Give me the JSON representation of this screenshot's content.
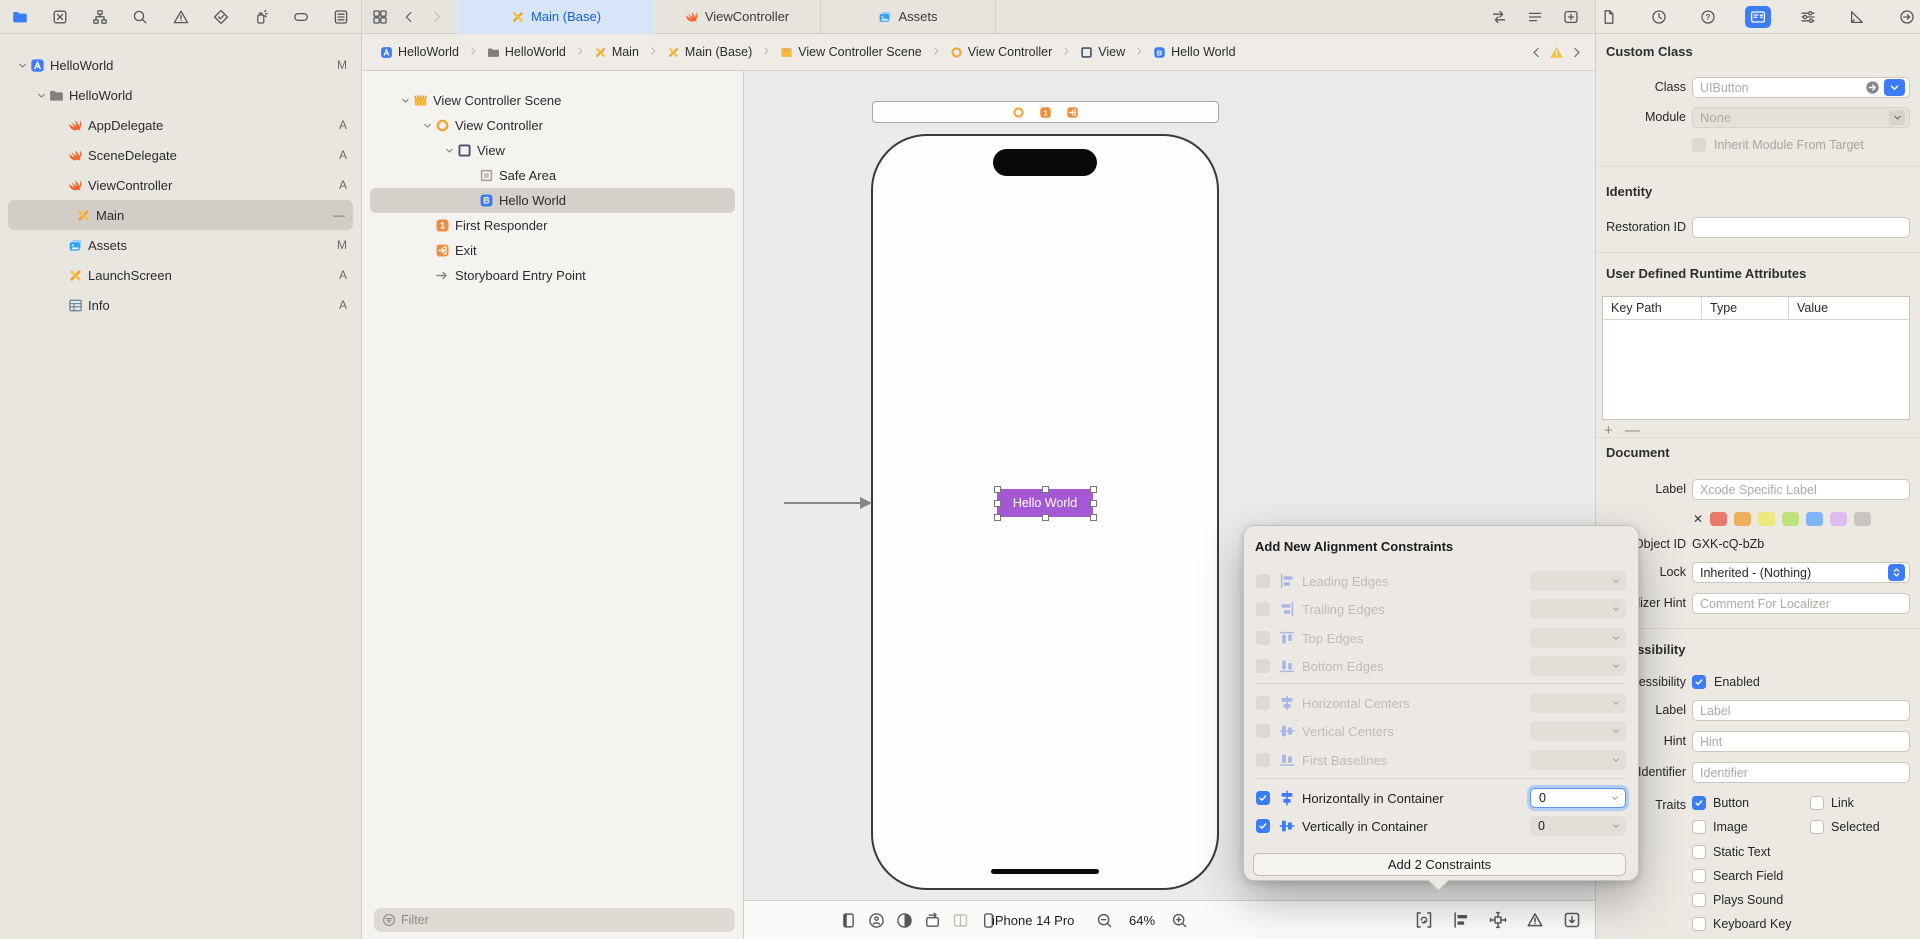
{
  "navigator": {
    "toolbar_icons": [
      {
        "name": "project-navigator",
        "icon": "folder_blue"
      },
      {
        "name": "source-control-navigator",
        "icon": "boxx"
      },
      {
        "name": "symbol-navigator",
        "icon": "tree"
      },
      {
        "name": "find-navigator",
        "icon": "search"
      },
      {
        "name": "issue-navigator",
        "icon": "warn_o"
      },
      {
        "name": "test-navigator",
        "icon": "diamond"
      },
      {
        "name": "debug-navigator",
        "icon": "spray"
      },
      {
        "name": "breakpoint-navigator",
        "icon": "tag"
      },
      {
        "name": "report-navigator",
        "icon": "listbox"
      }
    ],
    "items": [
      {
        "label": "HelloWorld",
        "icon": "app_proj",
        "status": "M",
        "level": 0,
        "chevron": true
      },
      {
        "label": "HelloWorld",
        "icon": "folder_g",
        "status": "",
        "level": 1,
        "chevron": true
      },
      {
        "label": "AppDelegate",
        "icon": "swift",
        "status": "A",
        "level": 2
      },
      {
        "label": "SceneDelegate",
        "icon": "swift",
        "status": "A",
        "level": 2
      },
      {
        "label": "ViewController",
        "icon": "swift",
        "status": "A",
        "level": 2
      },
      {
        "label": "Main",
        "icon": "storyboard",
        "status": "—",
        "level": 2,
        "selected": true
      },
      {
        "label": "Assets",
        "icon": "assets",
        "status": "M",
        "level": 2
      },
      {
        "label": "LaunchScreen",
        "icon": "storyboard",
        "status": "A",
        "level": 2
      },
      {
        "label": "Info",
        "icon": "plist",
        "status": "A",
        "level": 2
      }
    ]
  },
  "tabs": [
    {
      "label": "Main (Base)",
      "icon": "storyboard",
      "selected": true
    },
    {
      "label": "ViewController",
      "icon": "swift",
      "selected": false
    },
    {
      "label": "Assets",
      "icon": "assets",
      "selected": false
    }
  ],
  "editor_bar": {
    "right_icons": [
      {
        "name": "adjust-editor",
        "icon": "swap"
      },
      {
        "name": "editor-options",
        "icon": "linesbtn"
      },
      {
        "name": "add-editor",
        "icon": "addbox"
      }
    ]
  },
  "breadcrumb": {
    "items": [
      {
        "label": "HelloWorld",
        "icon": "app_proj"
      },
      {
        "label": "HelloWorld",
        "icon": "folder_g"
      },
      {
        "label": "Main",
        "icon": "storyboard"
      },
      {
        "label": "Main (Base)",
        "icon": "storyboard"
      },
      {
        "label": "View Controller Scene",
        "icon": "scene"
      },
      {
        "label": "View Controller",
        "icon": "ring"
      },
      {
        "label": "View",
        "icon": "viewsq"
      },
      {
        "label": "Hello World",
        "icon": "bbadge"
      }
    ]
  },
  "outline": {
    "items": [
      {
        "label": "View Controller Scene",
        "icon": "scene",
        "level": 0,
        "chevron": true
      },
      {
        "label": "View Controller",
        "icon": "ring",
        "level": 1,
        "chevron": true
      },
      {
        "label": "View",
        "icon": "viewsq",
        "level": 2,
        "chevron": true
      },
      {
        "label": "Safe Area",
        "icon": "safearea",
        "level": 3
      },
      {
        "label": "Hello World",
        "icon": "bbadge",
        "level": 3,
        "selected": true
      },
      {
        "label": "First Responder",
        "icon": "resp1",
        "level": 1
      },
      {
        "label": "Exit",
        "icon": "exiticon",
        "level": 1
      },
      {
        "label": "Storyboard Entry Point",
        "icon": "entry",
        "level": 1
      }
    ],
    "filter_placeholder": "Filter"
  },
  "canvas": {
    "button_label": "Hello World",
    "dock_icons": [
      {
        "name": "view-controller-dock",
        "icon": "ring"
      },
      {
        "name": "first-responder-dock",
        "icon": "resp1"
      },
      {
        "name": "exit-dock",
        "icon": "exiticon"
      }
    ]
  },
  "footer": {
    "device_name": "iPhone 14 Pro",
    "zoom_level": "64%",
    "device_icons": [
      {
        "name": "device-bezel-toggle",
        "icon": "bezel",
        "disabled": false
      },
      {
        "name": "accessibility-preview",
        "icon": "person",
        "disabled": false
      },
      {
        "name": "appearance-toggle",
        "icon": "contrast",
        "disabled": false
      },
      {
        "name": "orientation-toggle",
        "icon": "rotate",
        "disabled": false
      },
      {
        "name": "split-view",
        "icon": "cols2",
        "disabled": true
      },
      {
        "name": "device-chooser",
        "icon": "phone_ic",
        "disabled": false
      }
    ],
    "constraint_icons": [
      {
        "name": "update-frames",
        "icon": "updfr"
      },
      {
        "name": "align-menu",
        "icon": "alignic"
      },
      {
        "name": "add-constraints-menu",
        "icon": "pinic"
      },
      {
        "name": "resolve-autolayout-issues",
        "icon": "resolveic"
      },
      {
        "name": "embed-in",
        "icon": "embedic"
      }
    ]
  },
  "popup": {
    "title": "Add New Alignment Constraints",
    "rows": [
      {
        "label": "Leading Edges",
        "icon": "al_lead",
        "checked": false,
        "value": "",
        "focused": false
      },
      {
        "label": "Trailing Edges",
        "icon": "al_trail",
        "checked": false,
        "value": "",
        "focused": false
      },
      {
        "label": "Top Edges",
        "icon": "al_top",
        "checked": false,
        "value": "",
        "focused": false
      },
      {
        "label": "Bottom Edges",
        "icon": "al_bottom",
        "checked": false,
        "value": "",
        "focused": false
      },
      {
        "label": "Horizontal Centers",
        "icon": "al_hc",
        "checked": false,
        "value": "",
        "focused": false
      },
      {
        "label": "Vertical Centers",
        "icon": "al_vc",
        "checked": false,
        "value": "",
        "focused": false
      },
      {
        "label": "First Baselines",
        "icon": "al_base",
        "checked": false,
        "value": "",
        "focused": false
      },
      {
        "label": "Horizontally in Container",
        "icon": "al_hc",
        "checked": true,
        "value": "0",
        "focused": true
      },
      {
        "label": "Vertically in Container",
        "icon": "al_vc",
        "checked": true,
        "value": "0",
        "focused": false
      }
    ],
    "add_button_label": "Add 2 Constraints"
  },
  "inspector": {
    "tabs": [
      {
        "name": "file-inspector",
        "icon": "page",
        "selected": false
      },
      {
        "name": "history-inspector",
        "icon": "clock",
        "selected": false
      },
      {
        "name": "quick-help-inspector",
        "icon": "help",
        "selected": false
      },
      {
        "name": "identity-inspector",
        "icon": "idcard",
        "selected": true
      },
      {
        "name": "attributes-inspector",
        "icon": "sliders",
        "selected": false
      },
      {
        "name": "size-inspector",
        "icon": "ruler",
        "selected": false
      },
      {
        "name": "connections-inspector",
        "icon": "targetarrow",
        "selected": false
      }
    ],
    "custom_class": {
      "title": "Custom Class",
      "class_label": "Class",
      "class_placeholder": "UIButton",
      "module_label": "Module",
      "module_value": "None",
      "inherit_label": "Inherit Module From Target"
    },
    "identity": {
      "title": "Identity",
      "restoration_label": "Restoration ID"
    },
    "runtime_attributes": {
      "title": "User Defined Runtime Attributes",
      "columns": [
        "Key Path",
        "Type",
        "Value"
      ]
    },
    "document": {
      "title": "Document",
      "label_label": "Label",
      "label_placeholder": "Xcode Specific Label",
      "swatch_colors": [
        "#E87A70",
        "#EEB05A",
        "#EEE77E",
        "#BCE27D",
        "#7FB5F6",
        "#DCBCEC",
        "#C9C6C1"
      ],
      "object_id_label": "Object ID",
      "object_id_value": "GXK-cQ-bZb",
      "lock_label": "Lock",
      "lock_value": "Inherited - (Nothing)",
      "localizer_hint_label": "Localizer Hint",
      "localizer_hint_placeholder": "Comment For Localizer"
    },
    "accessibility": {
      "title": "Accessibility",
      "accessibility_label": "Accessibility",
      "enabled_label": "Enabled",
      "label_label": "Label",
      "label_placeholder": "Label",
      "hint_label": "Hint",
      "hint_placeholder": "Hint",
      "identifier_label": "Identifier",
      "identifier_placeholder": "Identifier",
      "traits_label": "Traits",
      "trait_rows": [
        {
          "left": "Button",
          "left_checked": true,
          "right": "Link",
          "right_checked": false
        },
        {
          "left": "Image",
          "left_checked": false,
          "right": "Selected",
          "right_checked": false
        },
        {
          "left": "Static Text",
          "left_checked": false
        },
        {
          "left": "Search Field",
          "left_checked": false
        },
        {
          "left": "Plays Sound",
          "left_checked": false
        },
        {
          "left": "Keyboard Key",
          "left_checked": false
        }
      ]
    }
  }
}
